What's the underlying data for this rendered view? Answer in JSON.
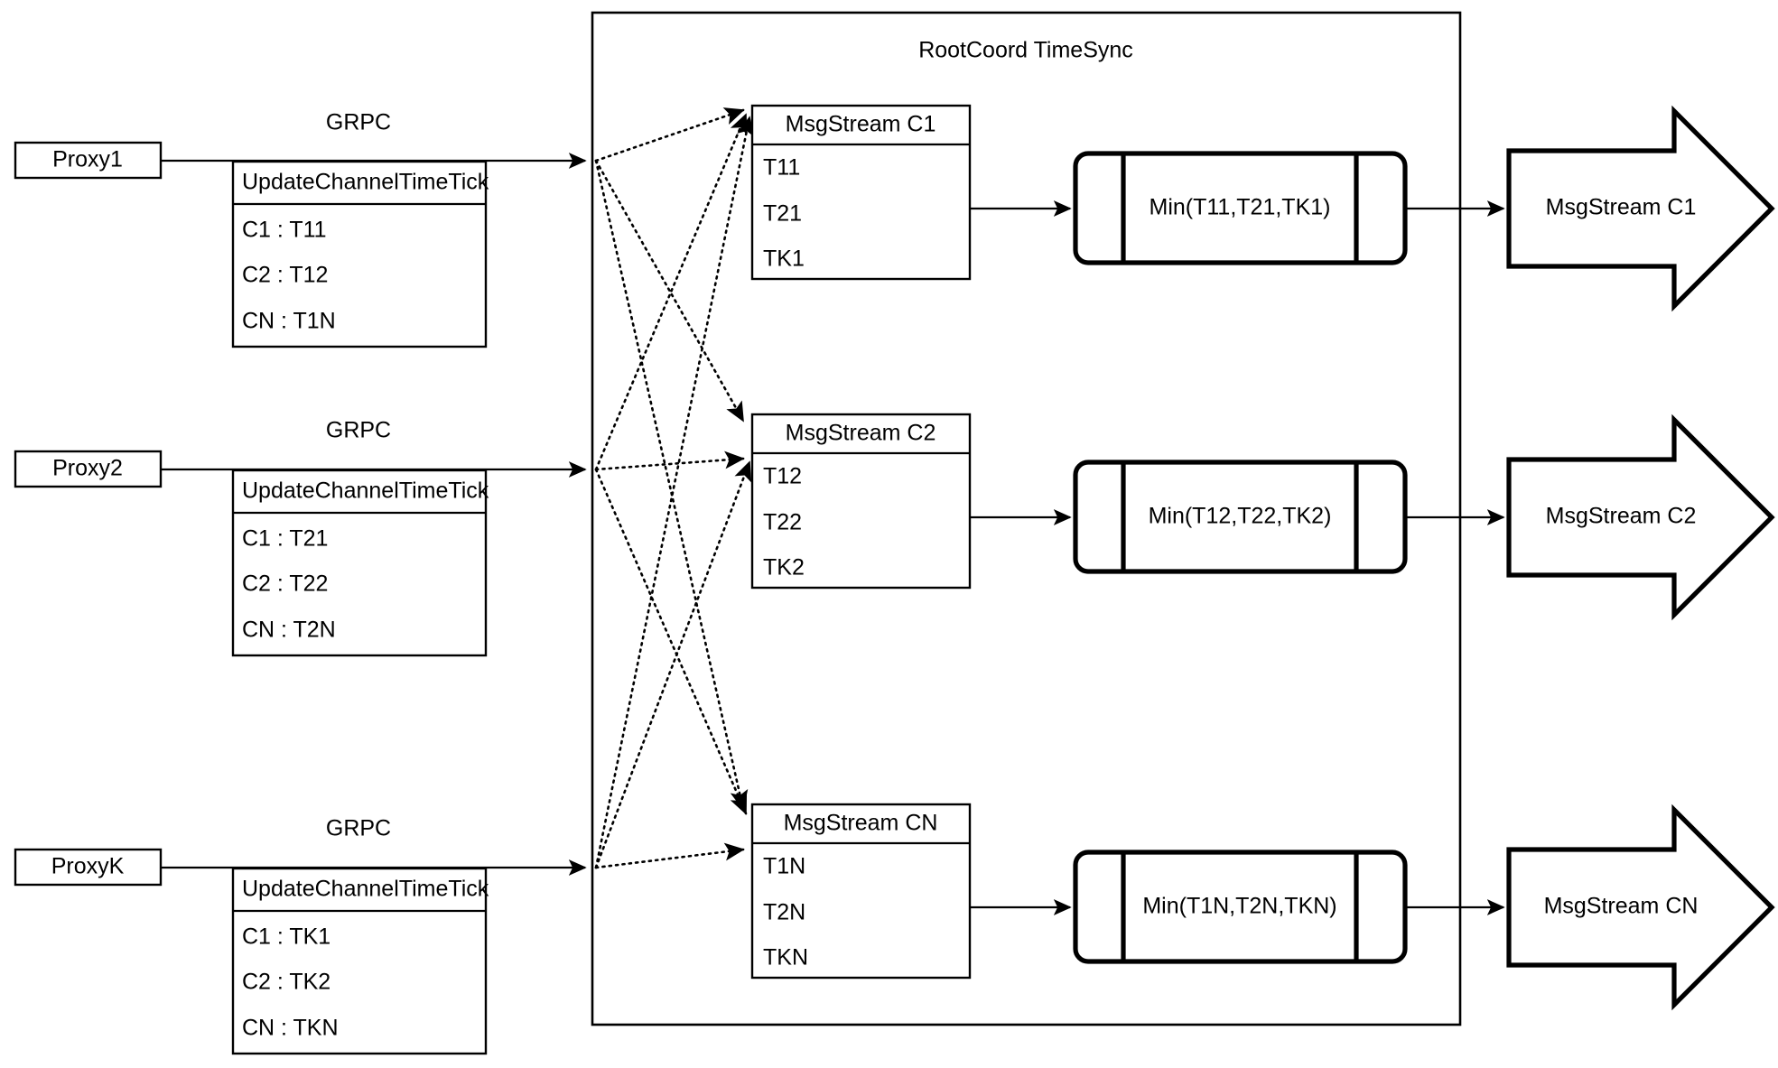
{
  "diagram": {
    "title": "RootCoord TimeSync",
    "container_label": "RootCoord TimeSync"
  },
  "proxies": [
    {
      "name": "Proxy1",
      "link_label": "GRPC",
      "table_title": "UpdateChannelTimeTick",
      "rows": [
        "C1 :  T11",
        "C2 :  T12",
        "CN : T1N"
      ]
    },
    {
      "name": "Proxy2",
      "link_label": "GRPC",
      "table_title": "UpdateChannelTimeTick",
      "rows": [
        "C1 :  T21",
        "C2 :  T22",
        "CN : T2N"
      ]
    },
    {
      "name": "ProxyK",
      "link_label": "GRPC",
      "table_title": "UpdateChannelTimeTick",
      "rows": [
        "C1 :  TK1",
        "C2 :  TK2",
        "CN : TKN"
      ]
    }
  ],
  "channels": [
    {
      "stream_title": "MsgStream C1",
      "ticks": [
        "T11",
        "T21",
        "TK1"
      ],
      "min_label": "Min(T11,T21,TK1)",
      "output_label": "MsgStream C1"
    },
    {
      "stream_title": "MsgStream C2",
      "ticks": [
        "T12",
        "T22",
        "TK2"
      ],
      "min_label": "Min(T12,T22,TK2)",
      "output_label": "MsgStream C2"
    },
    {
      "stream_title": "MsgStream CN",
      "ticks": [
        "T1N",
        "T2N",
        "TKN"
      ],
      "min_label": "Min(T1N,T2N,TKN)",
      "output_label": "MsgStream CN"
    }
  ],
  "colors": {
    "stroke": "#000000",
    "fill": "#ffffff"
  }
}
